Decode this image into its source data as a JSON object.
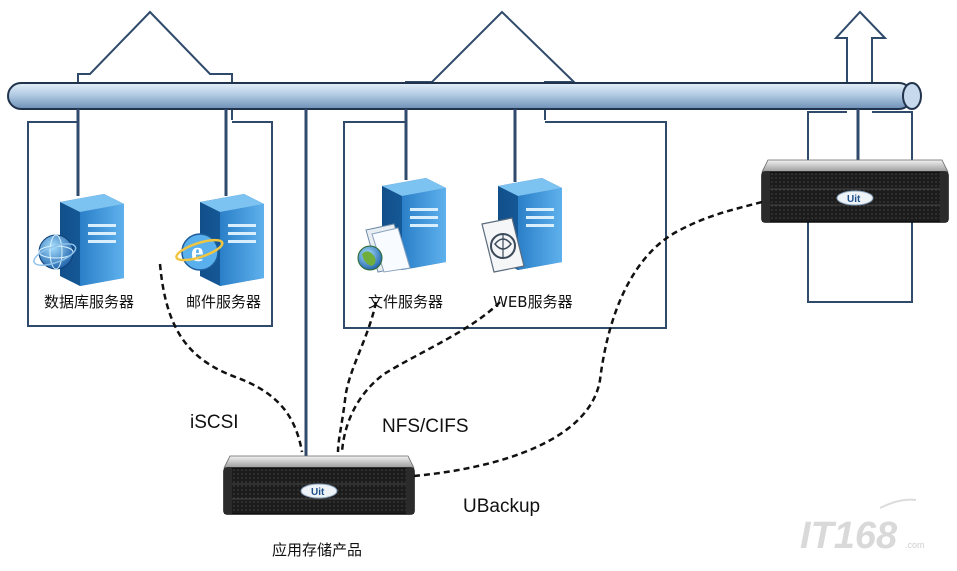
{
  "servers": {
    "database": "数据库服务器",
    "mail": "邮件服务器",
    "file": "文件服务器",
    "web": "WEB服务器"
  },
  "storage": {
    "product_label": "应用存储产品",
    "brand": "Uit"
  },
  "backup": {
    "brand": "Uit"
  },
  "protocols": {
    "iscsi": "iSCSI",
    "nfs_cifs": "NFS/CIFS",
    "ubackup": "UBackup"
  },
  "watermark": {
    "main": "IT168",
    "sub": ".com"
  },
  "colors": {
    "line": "#2f4a6b",
    "pipe_light": "#c7d9ec",
    "pipe_dark": "#7fa2c6",
    "server_blue": "#2b86d0",
    "rack_dark": "#1a1a1a"
  }
}
